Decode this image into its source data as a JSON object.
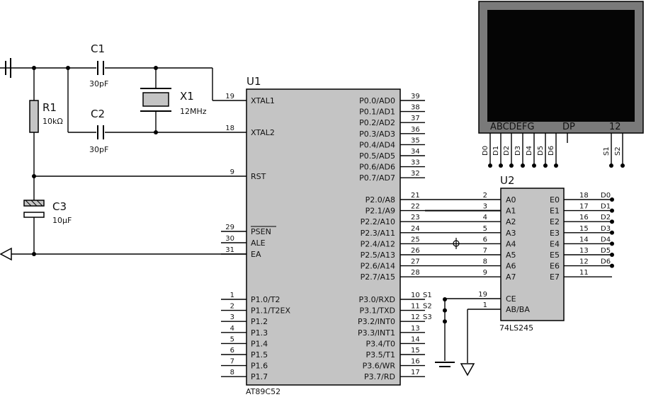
{
  "u1": {
    "ref": "U1",
    "part": "AT89C52",
    "left_top": [
      {
        "num": "19",
        "name": "XTAL1"
      },
      {
        "num": "18",
        "name": "XTAL2"
      },
      {
        "num": "9",
        "name": "RST"
      }
    ],
    "left_ctrl": [
      {
        "num": "29",
        "name": "PSEN"
      },
      {
        "num": "30",
        "name": "ALE"
      },
      {
        "num": "31",
        "name": "EA"
      }
    ],
    "left_p1": [
      {
        "num": "1",
        "name": "P1.0/T2"
      },
      {
        "num": "2",
        "name": "P1.1/T2EX"
      },
      {
        "num": "3",
        "name": "P1.2"
      },
      {
        "num": "4",
        "name": "P1.3"
      },
      {
        "num": "5",
        "name": "P1.4"
      },
      {
        "num": "6",
        "name": "P1.5"
      },
      {
        "num": "7",
        "name": "P1.6"
      },
      {
        "num": "8",
        "name": "P1.7"
      }
    ],
    "right_p0": [
      {
        "num": "39",
        "name": "P0.0/AD0"
      },
      {
        "num": "38",
        "name": "P0.1/AD1"
      },
      {
        "num": "37",
        "name": "P0.2/AD2"
      },
      {
        "num": "36",
        "name": "P0.3/AD3"
      },
      {
        "num": "35",
        "name": "P0.4/AD4"
      },
      {
        "num": "34",
        "name": "P0.5/AD5"
      },
      {
        "num": "33",
        "name": "P0.6/AD6"
      },
      {
        "num": "32",
        "name": "P0.7/AD7"
      }
    ],
    "right_p2": [
      {
        "num": "21",
        "name": "P2.0/A8"
      },
      {
        "num": "22",
        "name": "P2.1/A9"
      },
      {
        "num": "23",
        "name": "P2.2/A10"
      },
      {
        "num": "24",
        "name": "P2.3/A11"
      },
      {
        "num": "25",
        "name": "P2.4/A12"
      },
      {
        "num": "26",
        "name": "P2.5/A13"
      },
      {
        "num": "27",
        "name": "P2.6/A14"
      },
      {
        "num": "28",
        "name": "P2.7/A15"
      }
    ],
    "right_p3": [
      {
        "num": "10",
        "name": "P3.0/RXD",
        "net": "S1"
      },
      {
        "num": "11",
        "name": "P3.1/TXD",
        "net": "S2"
      },
      {
        "num": "12",
        "name": "P3.2/INT0",
        "net": "S3"
      },
      {
        "num": "13",
        "name": "P3.3/INT1",
        "net": ""
      },
      {
        "num": "14",
        "name": "P3.4/T0",
        "net": ""
      },
      {
        "num": "15",
        "name": "P3.5/T1",
        "net": ""
      },
      {
        "num": "16",
        "name": "P3.6/WR",
        "net": ""
      },
      {
        "num": "17",
        "name": "P3.7/RD",
        "net": ""
      }
    ]
  },
  "u2": {
    "ref": "U2",
    "part": "74LS245",
    "a_pins": [
      {
        "num": "2",
        "name": "A0"
      },
      {
        "num": "3",
        "name": "A1"
      },
      {
        "num": "4",
        "name": "A2"
      },
      {
        "num": "5",
        "name": "A3"
      },
      {
        "num": "6",
        "name": "A4"
      },
      {
        "num": "7",
        "name": "A5"
      },
      {
        "num": "8",
        "name": "A6"
      },
      {
        "num": "9",
        "name": "A7"
      }
    ],
    "b_pins": [
      {
        "num": "18",
        "name": "E0",
        "net": "D0"
      },
      {
        "num": "17",
        "name": "E1",
        "net": "D1"
      },
      {
        "num": "16",
        "name": "E2",
        "net": "D2"
      },
      {
        "num": "15",
        "name": "E3",
        "net": "D3"
      },
      {
        "num": "14",
        "name": "E4",
        "net": "D4"
      },
      {
        "num": "13",
        "name": "E5",
        "net": "D5"
      },
      {
        "num": "12",
        "name": "E6",
        "net": "D6"
      },
      {
        "num": "11",
        "name": "E7",
        "net": ""
      }
    ],
    "ctrl_pins": [
      {
        "num": "19",
        "name": "CE"
      },
      {
        "num": "1",
        "name": "AB/BA"
      }
    ]
  },
  "c1": {
    "ref": "C1",
    "value": "30pF"
  },
  "c2": {
    "ref": "C2",
    "value": "30pF"
  },
  "c3": {
    "ref": "C3",
    "value": "10µF"
  },
  "r1": {
    "ref": "R1",
    "value": "10kΩ"
  },
  "x1": {
    "ref": "X1",
    "value": "12MHz"
  },
  "display": {
    "seg_label": "ABCDEFG",
    "dp_label": "DP",
    "digit_label": "12",
    "seg_nets": [
      "D0",
      "D1",
      "D2",
      "D3",
      "D4",
      "D5",
      "D6"
    ],
    "com_nets": [
      "S1",
      "S2"
    ]
  },
  "colors": {
    "wire": "#000000",
    "chip": "#c4c4c4",
    "screen": "#050505",
    "bezel": "#7a7a7a"
  }
}
